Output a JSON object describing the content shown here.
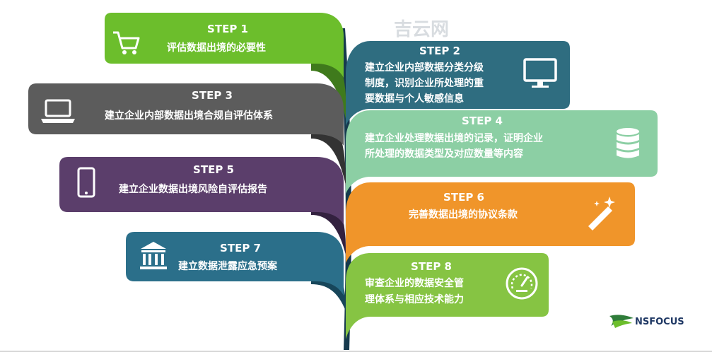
{
  "watermark": "吉云网",
  "brand": {
    "name": "NSFOCUS"
  },
  "steps": [
    {
      "title": "STEP 1",
      "lines": [
        "评估数据出境的必要性"
      ],
      "color": "#6cbe2c",
      "icon": "cart-icon"
    },
    {
      "title": "STEP 2",
      "lines": [
        "建立企业内部数据分类分级",
        "制度，识别企业所处理的重",
        "要数据与个人敏感信息"
      ],
      "color": "#2f6d80",
      "icon": "monitor-icon"
    },
    {
      "title": "STEP 3",
      "lines": [
        "建立企业内部数据出境合规自评估体系"
      ],
      "color": "#5c5c5c",
      "icon": "laptop-icon"
    },
    {
      "title": "STEP 4",
      "lines": [
        "建立企业处理数据出境的记录，证明企业",
        "所处理的数据类型及对应数量等内容"
      ],
      "color": "#8ccfa4",
      "icon": "database-icon"
    },
    {
      "title": "STEP 5",
      "lines": [
        "建立企业数据出境风险自评估报告"
      ],
      "color": "#5b3e6b",
      "icon": "phone-icon"
    },
    {
      "title": "STEP 6",
      "lines": [
        "完善数据出境的协议条款"
      ],
      "color": "#f0952a",
      "icon": "magic-wand-icon"
    },
    {
      "title": "STEP 7",
      "lines": [
        "建立数据泄露应急预案"
      ],
      "color": "#2b6f8a",
      "icon": "bank-icon"
    },
    {
      "title": "STEP 8",
      "lines": [
        "审查企业的数据安全管",
        "理体系与相应技术能力"
      ],
      "color": "#86c443",
      "icon": "speedometer-icon"
    }
  ]
}
